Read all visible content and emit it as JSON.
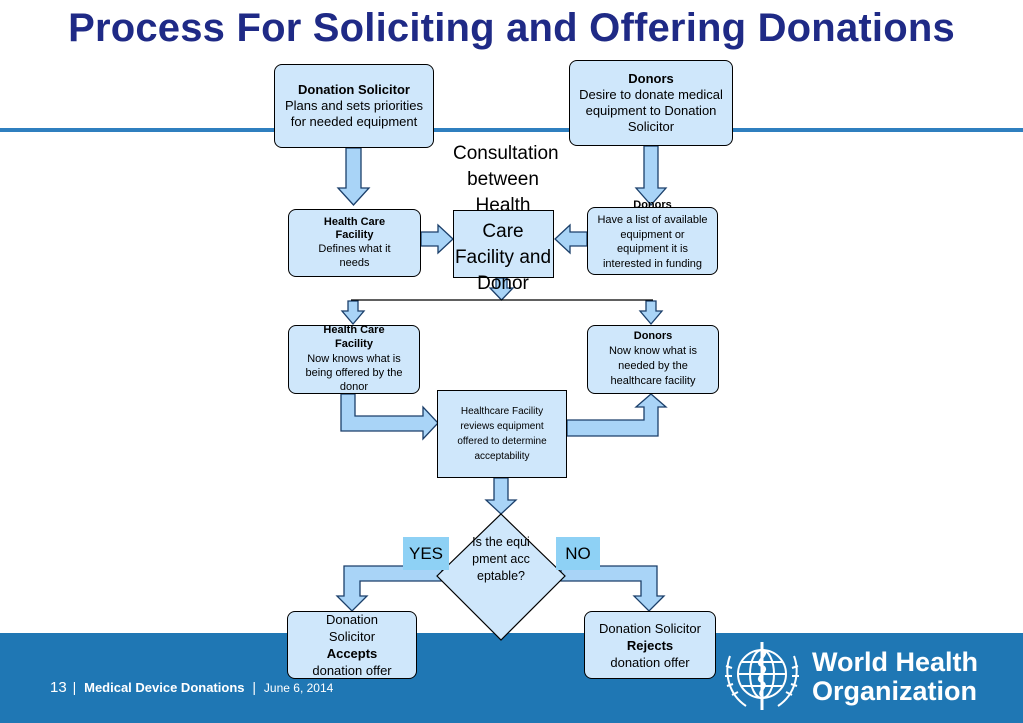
{
  "title": "Process For Soliciting and Offering Donations",
  "nodes": {
    "donation_solicitor": {
      "heading": "Donation Solicitor",
      "body": "Plans and sets priorities for needed equipment"
    },
    "donors_top": {
      "heading": "Donors",
      "body": "Desire to donate medical equipment to Donation Solicitor"
    },
    "hcf_defines": {
      "heading": "Health Care Facility",
      "body": "Defines what it needs"
    },
    "consultation": {
      "text": "Consultation between Health Care Facility and Donor"
    },
    "donors_list": {
      "heading": "Donors",
      "body": "Have a list of available equipment or equipment it is interested in funding"
    },
    "hcf_knows": {
      "heading": "Health Care Facility",
      "body": "Now knows what is being offered by the donor"
    },
    "donors_know": {
      "heading": "Donors",
      "body": "Now know what is needed by the healthcare facility"
    },
    "review": {
      "text": "Healthcare Facility reviews equipment offered to determine acceptability"
    },
    "decision": {
      "text": "Is the equipment acceptable?"
    },
    "accepts": {
      "pre": "Donation Solicitor",
      "bold": "Accepts",
      "post": "donation offer"
    },
    "rejects": {
      "pre": "Donation Solicitor",
      "bold": "Rejects",
      "post": "donation offer"
    }
  },
  "labels": {
    "yes": "YES",
    "no": "NO"
  },
  "footer": {
    "page_number": "13",
    "separator": "|",
    "section": "Medical Device Donations",
    "date": "June 6, 2014",
    "org_line1": "World Health",
    "org_line2": "Organization"
  },
  "colors": {
    "title": "#1f2a86",
    "box_fill": "#cfe7fb",
    "arrow_fill": "#a9d4f7",
    "footer": "#1f77b4",
    "tag": "#8ed1f5"
  },
  "icons": [
    "who-emblem-icon"
  ]
}
